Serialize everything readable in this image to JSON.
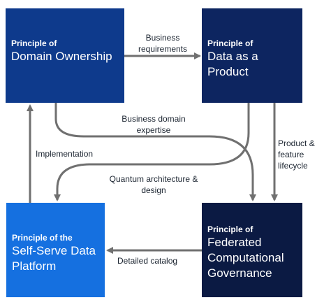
{
  "colors": {
    "arrow": "#707070",
    "domain": "#0e3a8c",
    "product": "#0d2560",
    "platform": "#1570e0",
    "governance": "#0b1a43"
  },
  "boxes": {
    "domain": {
      "small": "Principle of",
      "big": "Domain Ownership"
    },
    "product": {
      "small": "Principle of",
      "big": "Data as a Product"
    },
    "platform": {
      "small": "Principle of the",
      "big": "Self-Serve Data Platform"
    },
    "governance": {
      "small": "Principle of",
      "big": "Federated Computational Governance"
    }
  },
  "labels": {
    "business_requirements_1": "Business",
    "business_requirements_2": "requirements",
    "business_domain_1": "Business domain",
    "business_domain_2": "expertise",
    "implementation": "Implementation",
    "product_feature_1": "Product &",
    "product_feature_2": "feature",
    "product_feature_3": "lifecycle",
    "quantum_1": "Quantum architecture &",
    "quantum_2": "design",
    "detailed_catalog": "Detailed catalog"
  }
}
